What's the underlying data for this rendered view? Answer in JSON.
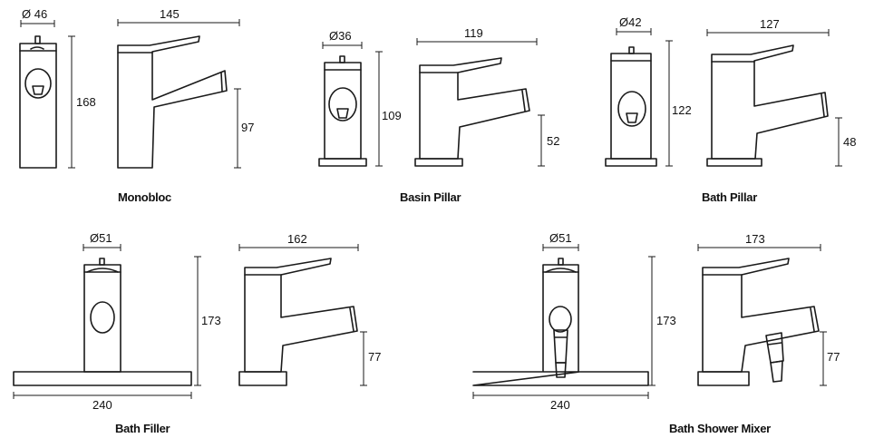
{
  "products": [
    {
      "name": "Monobloc",
      "front_dim": "Ø 46",
      "side_dim": "145",
      "height": "168",
      "spout_height": "97"
    },
    {
      "name": "Basin Pillar",
      "front_dim": "Ø36",
      "side_dim": "119",
      "height": "109",
      "spout_height": "52"
    },
    {
      "name": "Bath Pillar",
      "front_dim": "Ø42",
      "side_dim": "127",
      "height": "122",
      "spout_height": "48"
    },
    {
      "name": "Bath Filler",
      "front_dim": "Ø51",
      "side_dim": "162",
      "height": "173",
      "spout_height": "77",
      "width": "240"
    },
    {
      "name": "Bath Shower Mixer",
      "front_dim": "Ø51",
      "side_dim": "173",
      "height": "173",
      "spout_height": "77",
      "width": "240"
    }
  ]
}
